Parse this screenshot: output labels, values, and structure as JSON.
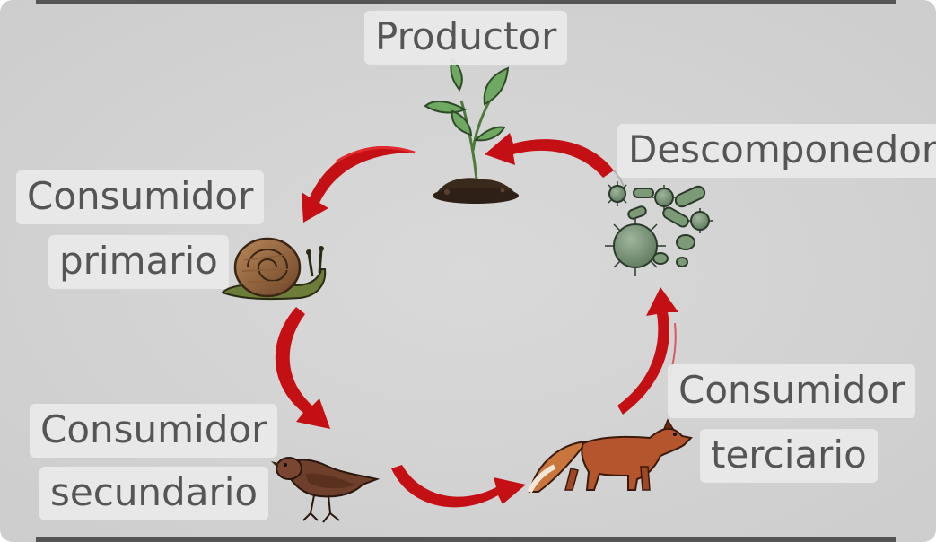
{
  "labels": {
    "producer": "Productor",
    "decomposer": "Descomponedor",
    "primary_line1": "Consumidor",
    "primary_line2": "primario",
    "secondary_line1": "Consumidor",
    "secondary_line2": "secundario",
    "tertiary_line1": "Consumidor",
    "tertiary_line2": "terciario"
  },
  "colors": {
    "background": "#d3d3d3",
    "arrow": "#c40f14",
    "label_box": "#e9e9e9",
    "label_text": "#555555"
  }
}
